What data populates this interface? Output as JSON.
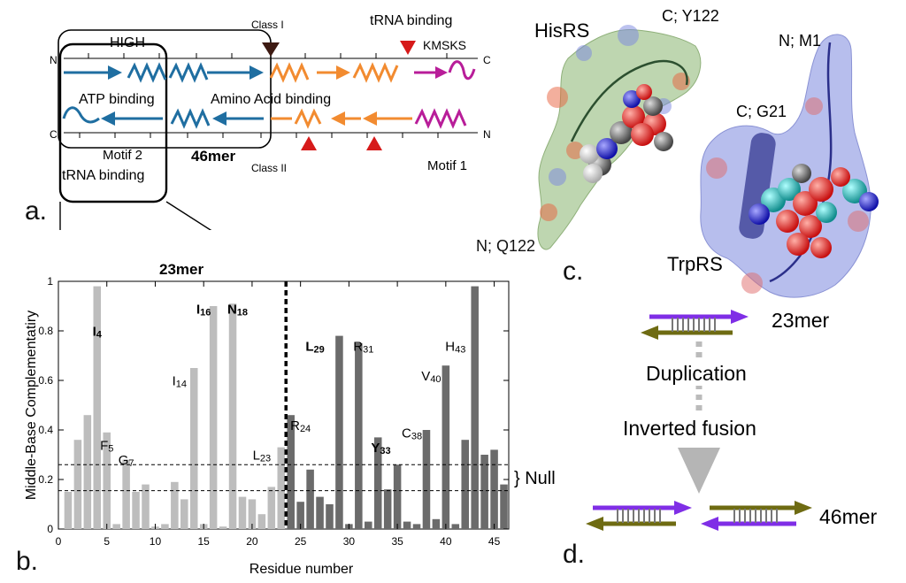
{
  "panel_a": {
    "letter": "a.",
    "labels": {
      "HIGH": "HIGH",
      "ClassI": "Class I",
      "tRNA_binding_top": "tRNA binding",
      "KMSKS": "KMSKS",
      "ATP_binding": "ATP binding",
      "AminoAcid_binding": "Amino Acid binding",
      "Motif2": "Motif 2",
      "mer46": "46mer",
      "ClassII": "Class II",
      "tRNA_binding_bottom": "tRNA binding",
      "Motif1": "Motif 1",
      "N_top": "N",
      "C_top": "C",
      "C_bottom": "C",
      "N_bottom": "N"
    }
  },
  "panel_b": {
    "letter": "b.",
    "mer23": "23mer",
    "null_label": "} Null"
  },
  "panel_c": {
    "letter": "c.",
    "HisRS": "HisRS",
    "C_Y122": "C; Y122",
    "N_Q122": "N; Q122",
    "N_M1": "N; M1",
    "C_G21": "C; G21",
    "TrpRS": "TrpRS"
  },
  "panel_d": {
    "letter": "d.",
    "mer23": "23mer",
    "duplication": "Duplication",
    "inverted_fusion": "Inverted fusion",
    "mer46": "46mer"
  },
  "chart_data": {
    "type": "bar",
    "xlabel": "Residue number",
    "ylabel": "Middle-Base Complementatiry",
    "xlim": [
      0,
      46.5
    ],
    "ylim": [
      0,
      1
    ],
    "x_ticks": [
      0,
      5,
      10,
      15,
      20,
      25,
      30,
      35,
      40,
      45
    ],
    "y_ticks": [
      0,
      0.2,
      0.4,
      0.6,
      0.8,
      1
    ],
    "y_tick_labels": [
      "0",
      "0.2",
      "0.4",
      "0.6",
      "0.8",
      "1"
    ],
    "split_at": 23.5,
    "null_lines": [
      0.155,
      0.26
    ],
    "colors": {
      "light": "#bdbdbd",
      "dark": "#6b6b6b"
    },
    "series": [
      {
        "x": [
          1,
          2,
          3,
          4,
          5,
          6,
          7,
          8,
          9,
          10,
          11,
          12,
          13,
          14,
          15,
          16,
          17,
          18,
          19,
          20,
          21,
          22,
          23
        ],
        "values": [
          0.15,
          0.36,
          0.46,
          0.98,
          0.39,
          0.02,
          0.28,
          0.15,
          0.18,
          0.01,
          0.02,
          0.19,
          0.12,
          0.65,
          0.02,
          0.9,
          0.01,
          0.91,
          0.13,
          0.12,
          0.06,
          0.17,
          0.33
        ]
      },
      {
        "x": [
          24,
          25,
          26,
          27,
          28,
          29,
          30,
          31,
          32,
          33,
          34,
          35,
          36,
          37,
          38,
          39,
          40,
          41,
          42,
          43,
          44,
          45,
          46
        ],
        "values": [
          0.46,
          0.11,
          0.24,
          0.13,
          0.1,
          0.78,
          0.02,
          0.75,
          0.03,
          0.37,
          0.16,
          0.26,
          0.03,
          0.02,
          0.4,
          0.04,
          0.66,
          0.02,
          0.36,
          0.98,
          0.3,
          0.32,
          0.18
        ]
      }
    ],
    "annotations": [
      {
        "x": 4,
        "y": 0.78,
        "base": "I",
        "sub": "4",
        "bold": true
      },
      {
        "x": 5,
        "y": 0.32,
        "base": "F",
        "sub": "5",
        "bold": false
      },
      {
        "x": 7,
        "y": 0.26,
        "base": "G",
        "sub": "7",
        "bold": false
      },
      {
        "x": 12.5,
        "y": 0.58,
        "base": "I",
        "sub": "14",
        "bold": false
      },
      {
        "x": 15,
        "y": 0.87,
        "base": "I",
        "sub": "16",
        "bold": true
      },
      {
        "x": 18.5,
        "y": 0.87,
        "base": "N",
        "sub": "18",
        "bold": true
      },
      {
        "x": 21,
        "y": 0.28,
        "base": "L",
        "sub": "23",
        "bold": false
      },
      {
        "x": 25,
        "y": 0.4,
        "base": "R",
        "sub": "24",
        "bold": false
      },
      {
        "x": 26.5,
        "y": 0.72,
        "base": "L",
        "sub": "29",
        "bold": true
      },
      {
        "x": 31.5,
        "y": 0.72,
        "base": "R",
        "sub": "31",
        "bold": false
      },
      {
        "x": 33.3,
        "y": 0.31,
        "base": "Y",
        "sub": "33",
        "bold": true
      },
      {
        "x": 36.5,
        "y": 0.37,
        "base": "C",
        "sub": "38",
        "bold": false
      },
      {
        "x": 38.5,
        "y": 0.6,
        "base": "V",
        "sub": "40",
        "bold": false
      },
      {
        "x": 41,
        "y": 0.72,
        "base": "H",
        "sub": "43",
        "bold": false
      }
    ]
  }
}
